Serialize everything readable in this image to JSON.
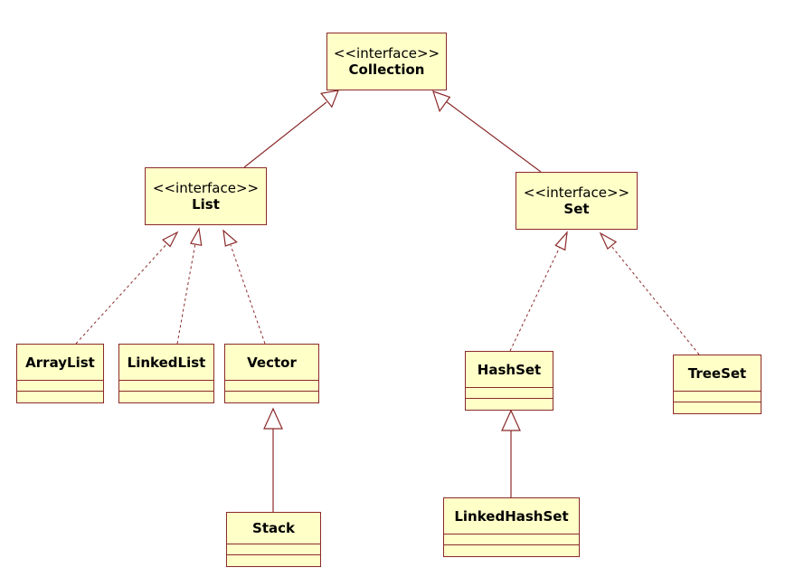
{
  "diagram": {
    "classes": {
      "collection": {
        "stereotype": "<<interface>>",
        "name": "Collection"
      },
      "list": {
        "stereotype": "<<interface>>",
        "name": "List"
      },
      "set": {
        "stereotype": "<<interface>>",
        "name": "Set"
      },
      "arraylist": {
        "name": "ArrayList"
      },
      "linkedlist": {
        "name": "LinkedList"
      },
      "vector": {
        "name": "Vector"
      },
      "stack": {
        "name": "Stack"
      },
      "hashset": {
        "name": "HashSet"
      },
      "treeset": {
        "name": "TreeSet"
      },
      "linkedhashset": {
        "name": "LinkedHashSet"
      }
    },
    "relations": [
      {
        "from": "List",
        "to": "Collection",
        "kind": "generalization"
      },
      {
        "from": "Set",
        "to": "Collection",
        "kind": "generalization"
      },
      {
        "from": "ArrayList",
        "to": "List",
        "kind": "realization"
      },
      {
        "from": "LinkedList",
        "to": "List",
        "kind": "realization"
      },
      {
        "from": "Vector",
        "to": "List",
        "kind": "realization"
      },
      {
        "from": "Stack",
        "to": "Vector",
        "kind": "generalization"
      },
      {
        "from": "HashSet",
        "to": "Set",
        "kind": "realization"
      },
      {
        "from": "TreeSet",
        "to": "Set",
        "kind": "realization"
      },
      {
        "from": "LinkedHashSet",
        "to": "HashSet",
        "kind": "generalization"
      }
    ],
    "colors": {
      "fill": "#ffffc8",
      "border": "#8b2a2a",
      "line": "#8b2a2a",
      "text": "#000000"
    }
  }
}
